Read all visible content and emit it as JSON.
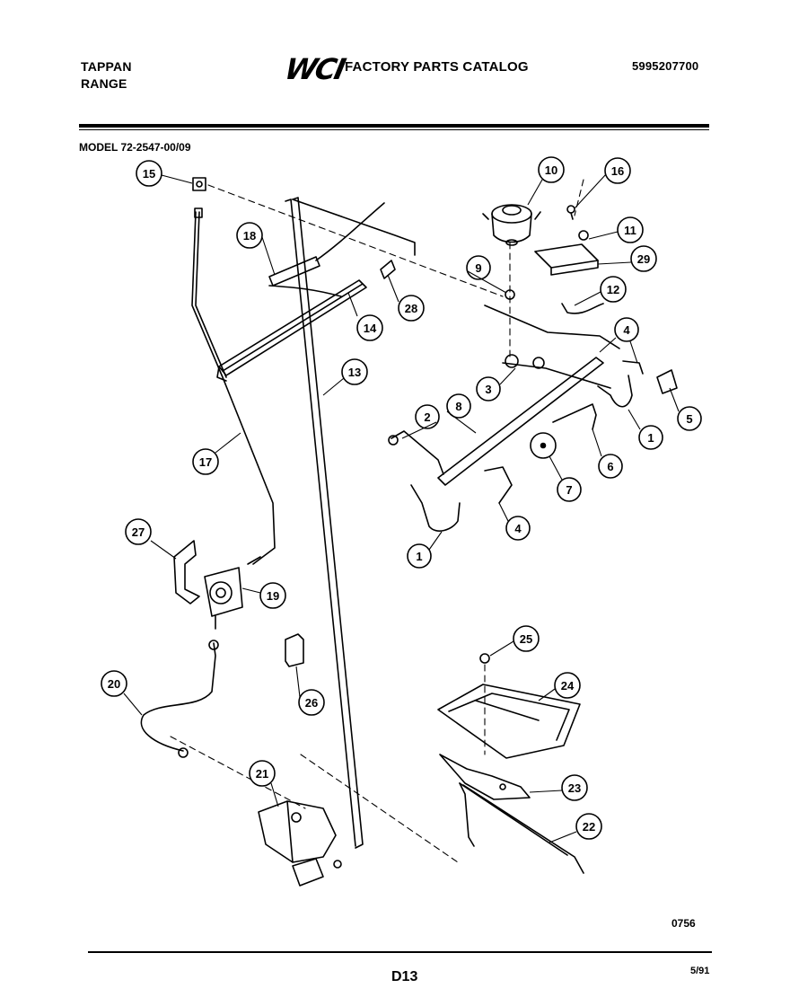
{
  "header": {
    "brand_line1": "TAPPAN",
    "brand_line2": "RANGE",
    "logo_text": "WCI",
    "catalog_title": "FACTORY PARTS CATALOG",
    "catalog_number": "5995207700"
  },
  "model_label": "MODEL 72-2547-00/09",
  "callouts": [
    "1",
    "1",
    "2",
    "3",
    "4",
    "4",
    "5",
    "6",
    "7",
    "8",
    "9",
    "10",
    "11",
    "12",
    "13",
    "14",
    "15",
    "16",
    "17",
    "18",
    "19",
    "20",
    "21",
    "22",
    "23",
    "24",
    "25",
    "26",
    "27",
    "28",
    "29"
  ],
  "footer": {
    "drawing_code": "0756",
    "page_number": "D13",
    "date": "5/91"
  }
}
